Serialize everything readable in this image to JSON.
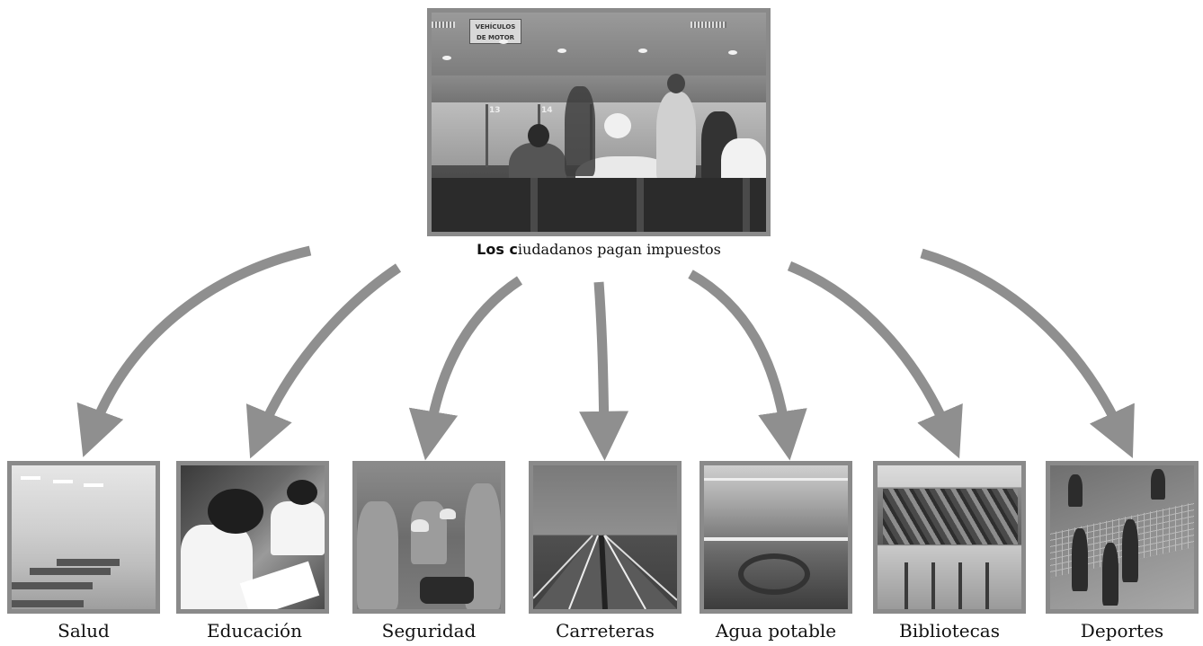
{
  "top": {
    "sign_text": "VEHÍCULOS DE MOTOR",
    "booth_numbers": [
      "13",
      "14"
    ],
    "caption_lead": "Los c",
    "caption_rest": "iudadanos pagan impuestos"
  },
  "services": [
    {
      "label": "Salud"
    },
    {
      "label": "Educación"
    },
    {
      "label": "Seguridad"
    },
    {
      "label": "Carreteras"
    },
    {
      "label": "Agua potable"
    },
    {
      "label": "Bibliotecas"
    },
    {
      "label": "Deportes"
    }
  ],
  "colors": {
    "arrow": "#8f8f8f",
    "frame": "#8a8a8a"
  }
}
